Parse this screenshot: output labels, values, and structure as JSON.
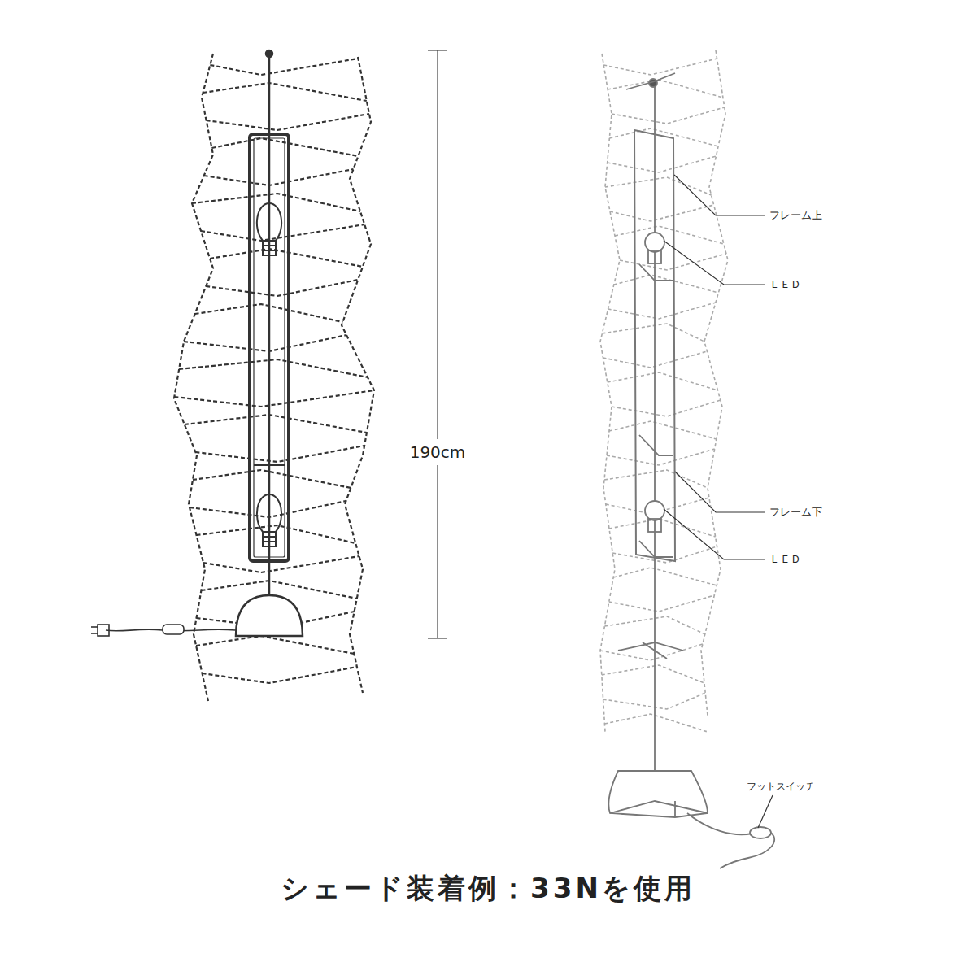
{
  "diagram": {
    "caption": "シェード装着例：33Nを使用",
    "labels": [
      "190cm",
      "フレーム上",
      "ＬＥＤ",
      "フレーム下",
      "ＬＥＤ",
      "フットスイッチ"
    ]
  }
}
